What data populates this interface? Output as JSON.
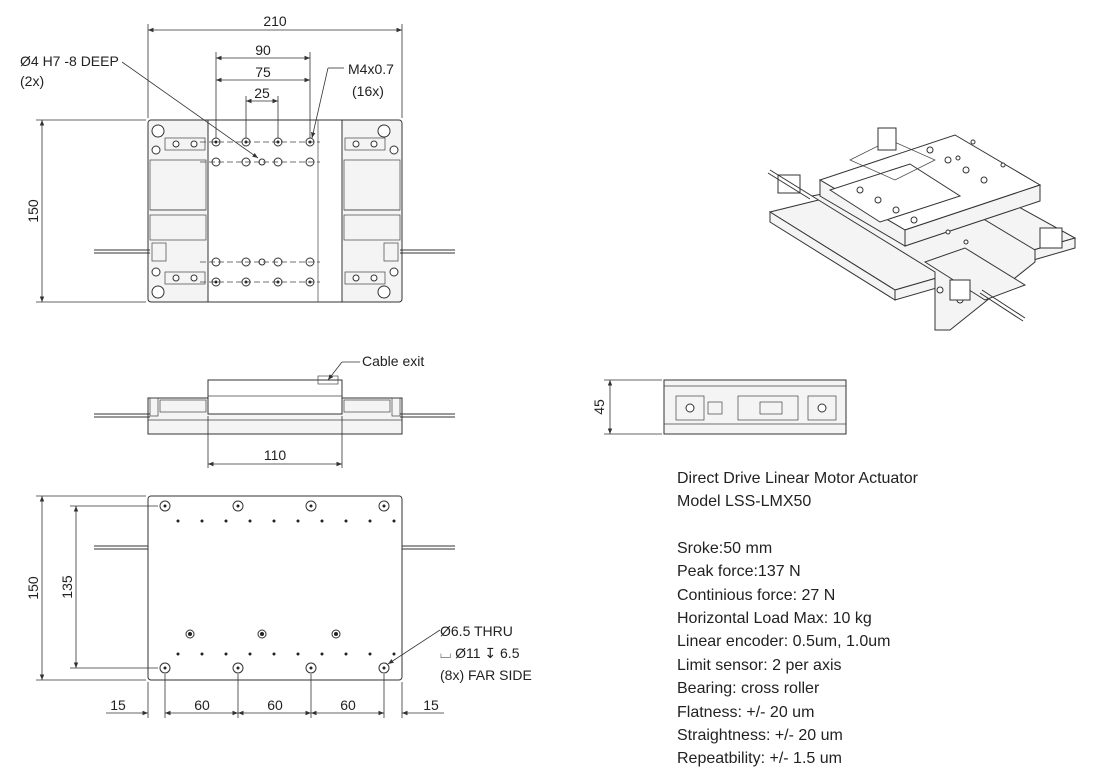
{
  "top_view": {
    "dims": {
      "width": "210",
      "pattern_outer": "90",
      "pattern_mid": "75",
      "pattern_inner": "25",
      "height": "150"
    },
    "callouts": {
      "pin_hole": "Ø4 H7 -8 DEEP",
      "pin_hole_qty": "(2x)",
      "thread": "M4x0.7",
      "thread_qty": "(16x)"
    }
  },
  "side_view": {
    "cable_label": "Cable exit",
    "dims": {
      "carriage_width": "110"
    }
  },
  "end_view": {
    "dims": {
      "height": "45"
    }
  },
  "bottom_view": {
    "dims": {
      "height": "150",
      "hole_pitch": "135",
      "edge_left": "15",
      "pitch_1": "60",
      "pitch_2": "60",
      "pitch_3": "60",
      "edge_right": "15"
    },
    "callout": {
      "thru": "Ø6.5 THRU",
      "cbore": "⌴ Ø11 ↧ 6.5",
      "qty": "(8x) FAR SIDE"
    }
  },
  "specs": {
    "title": "Direct Drive Linear Motor Actuator",
    "model": "Model LSS-LMX50",
    "items": [
      "Sroke:50 mm",
      "Peak force:137 N",
      "Continious force: 27 N",
      "Horizontal Load Max: 10 kg",
      "Linear encoder: 0.5um, 1.0um",
      "Limit sensor: 2 per axis",
      "Bearing: cross roller",
      "Flatness: +/- 20 um",
      "Straightness: +/- 20 um",
      "Repeatbility: +/- 1.5 um"
    ]
  }
}
